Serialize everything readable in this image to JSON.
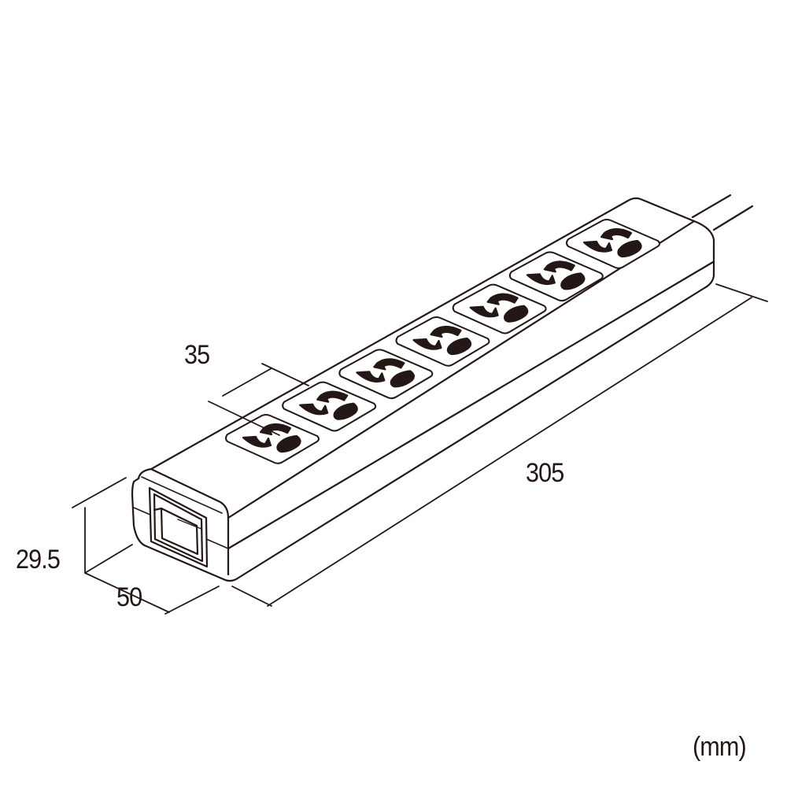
{
  "dimensions": {
    "outlet_pitch": "35",
    "length": "305",
    "height": "29.5",
    "width": "50",
    "unit": "(mm)"
  },
  "outlet_count": 7,
  "line_color": "#231815"
}
